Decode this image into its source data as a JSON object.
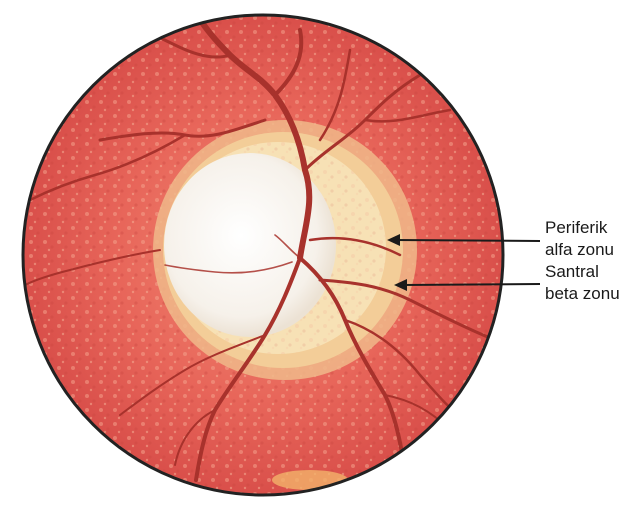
{
  "labels": {
    "alpha_zone": {
      "line1": "Periferik",
      "line2": "alfa zonu"
    },
    "beta_zone": {
      "line1": "Santral",
      "line2": "beta zonu"
    }
  },
  "colors": {
    "background": "#ffffff",
    "fundus_rim": "#222222",
    "fundus_base": "#e8665a",
    "alpha_zone": "#f2c48a",
    "beta_zone": "#f7e3b8",
    "disc": "#f8f4ef",
    "vessel": "#a8322c",
    "arrow": "#1a1a1a"
  }
}
